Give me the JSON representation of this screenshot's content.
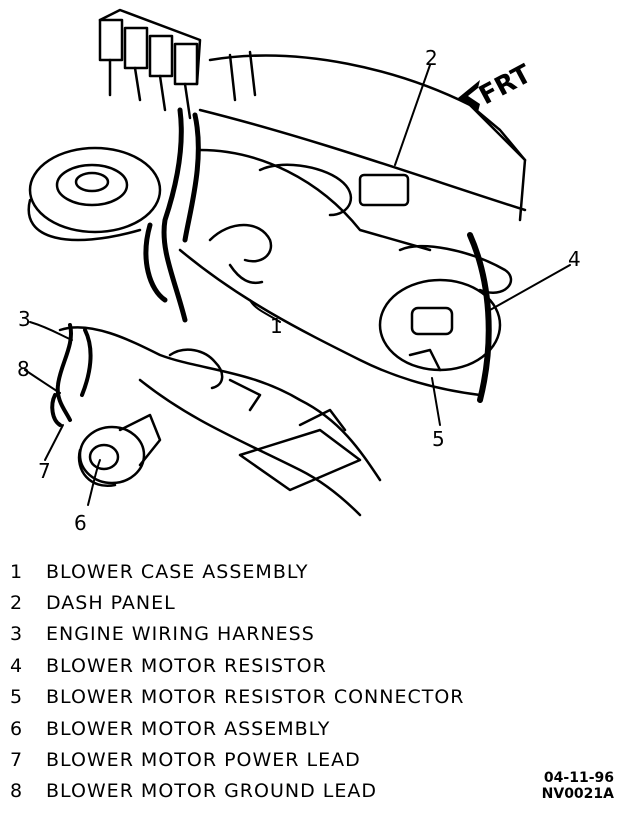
{
  "orientation": {
    "label": "FRT"
  },
  "callouts": [
    "1",
    "2",
    "3",
    "4",
    "5",
    "6",
    "7",
    "8"
  ],
  "legend": [
    {
      "num": "1",
      "text": "BLOWER CASE ASSEMBLY"
    },
    {
      "num": "2",
      "text": "DASH PANEL"
    },
    {
      "num": "3",
      "text": "ENGINE WIRING HARNESS"
    },
    {
      "num": "4",
      "text": "BLOWER MOTOR RESISTOR"
    },
    {
      "num": "5",
      "text": "BLOWER MOTOR RESISTOR CONNECTOR"
    },
    {
      "num": "6",
      "text": "BLOWER MOTOR ASSEMBLY"
    },
    {
      "num": "7",
      "text": "BLOWER MOTOR POWER LEAD"
    },
    {
      "num": "8",
      "text": "BLOWER MOTOR GROUND LEAD"
    }
  ],
  "stamp": {
    "date": "04-11-96",
    "code": "NV0021A"
  }
}
